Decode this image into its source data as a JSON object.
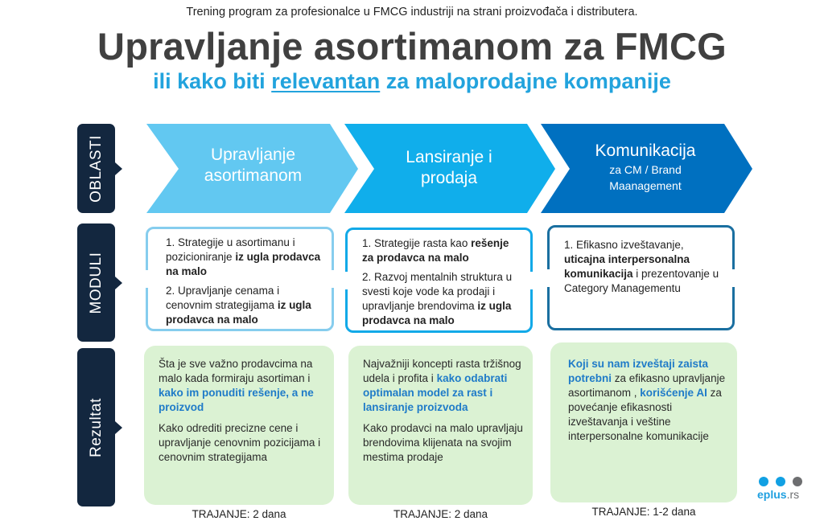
{
  "header": {
    "tagline": "Trening program za profesionalce u FMCG industriji na strani proizvođača i distributera.",
    "title": "Upravljanje asortimanom za FMCG",
    "subtitle_pre": "ili kako biti ",
    "subtitle_underlined": "relevantan",
    "subtitle_post": " za maloprodajne kompanije"
  },
  "rows": {
    "areas": "OBLASTI",
    "modules": "MODULI",
    "results": "Rezultat"
  },
  "colors": {
    "chevron1": "#62c8f1",
    "chevron2": "#10aeeb",
    "chevron3": "#0070c0",
    "side_label": "#13273f",
    "result_bg": "#dbf2d3",
    "accent_text": "#1f7bc8"
  },
  "columns": [
    {
      "area_title": "Upravljanje asortimanom",
      "modules": [
        {
          "text": "1. Strategije u asortimanu i pozicioniranje ",
          "bold": "iz ugla prodavca na malo"
        },
        {
          "text": "2. Upravljanje cenama i cenovnim strategijama ",
          "bold": "iz ugla prodavca na malo"
        }
      ],
      "result": {
        "p1_text": "Šta je sve važno prodavcima na malo kada formiraju asortiman i ",
        "p1_highlight": "kako im ponuditi rešenje, a ne proizvod",
        "p2_text": "Kako odrediti precizne cene i upravljanje cenovnim pozicijama i cenovnim strategijama"
      },
      "duration": "TRAJANJE: 2 dana"
    },
    {
      "area_title": "Lansiranje i prodaja",
      "modules": [
        {
          "text": "1. Strategije rasta kao ",
          "bold": "rešenje za prodavca na malo"
        },
        {
          "text": "2. Razvoj mentalnih struktura u svesti koje vode ka prodaji i upravljanje brendovima ",
          "bold": "iz ugla prodavca na malo"
        }
      ],
      "result": {
        "p1_text": "Najvažniji koncepti rasta tržišnog udela i profita i ",
        "p1_highlight": "kako odabrati optimalan model za rast i lansiranje proizvoda",
        "p2_text": "Kako prodavci na malo upravljaju brendovima klijenata na svojim mestima prodaje"
      },
      "duration": "TRAJANJE: 2 dana"
    },
    {
      "area_title": "Komunikacija",
      "area_subtitle": "za CM / Brand Maanagement",
      "modules": [
        {
          "text": "1. Efikasno izveštavanje, ",
          "bold": "uticajna interpersonalna komunikacija",
          "after": " i prezentovanje u Category Managementu"
        }
      ],
      "result": {
        "h1": "Koji su nam izveštaji zaista potrebni",
        "t1": " za efikasno upravljanje asortimanom , ",
        "h2": "korišćenje AI",
        "t2": " za povećanje efikasnosti izveštavanja  i veštine interpersonalne komunikacije"
      },
      "duration": "TRAJANJE: 1-2 dana"
    }
  ],
  "logo": {
    "name": "eplus",
    "tld": ".rs"
  }
}
